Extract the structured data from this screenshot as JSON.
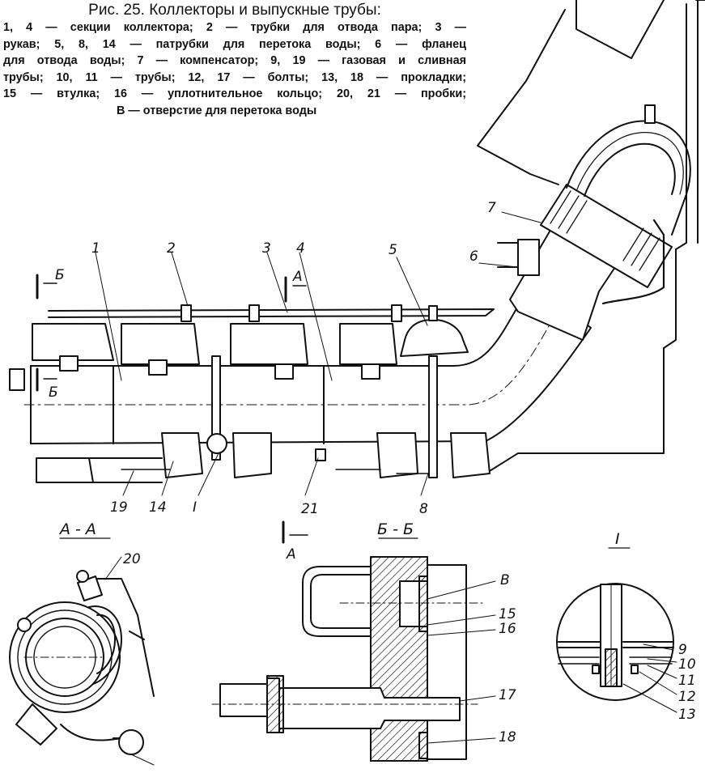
{
  "caption": {
    "title": "Рис. 25. Коллекторы и выпускные трубы:",
    "lines": [
      "1, 4 — секции коллектора; 2 — трубки для отвода пара; 3 —",
      "рукав; 5, 8, 14 — патрубки для перетока воды; 6 — фланец",
      "для отвода воды; 7 — компенсатор; 9, 19 — газовая и сливная",
      "трубы; 10, 11 — трубы; 12, 17 — болты; 13, 18 — прокладки;",
      "15 — втулка; 16 — уплотнительное кольцо; 20, 21 — пробки;",
      "В — отверстие для перетока воды"
    ]
  },
  "labels": {
    "main_view": [
      "1",
      "2",
      "3",
      "4",
      "5",
      "6",
      "7",
      "8",
      "14",
      "19",
      "21",
      "I"
    ],
    "section_marks": [
      "Б",
      "Б",
      "А",
      "А"
    ],
    "section_AA": {
      "title": "А - А",
      "numbers": [
        "20"
      ]
    },
    "section_BB": {
      "title": "Б - Б",
      "numbers": [
        "В",
        "15",
        "16",
        "17",
        "18"
      ]
    },
    "detail_I": {
      "title": "I",
      "numbers": [
        "9",
        "10",
        "11",
        "12",
        "13"
      ]
    }
  },
  "colors": {
    "ink": "#111111",
    "paper": "#ffffff"
  }
}
